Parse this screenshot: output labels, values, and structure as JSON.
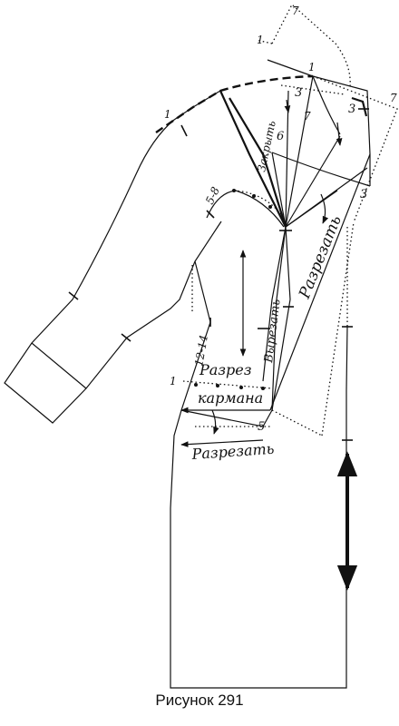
{
  "figure": {
    "caption": "Рисунок 291",
    "labels": {
      "n1_top": "1",
      "n1_shoulder": "1",
      "n1_left": "1",
      "n1_collar": "1",
      "n3_a": "3",
      "n3_b": "3",
      "n3_c": "3",
      "n6": "6",
      "n7_top": "7",
      "n7_right": "7",
      "n7_mid": "7",
      "n5": "5",
      "range_5_8": "5-8",
      "range_12_14": "12-14",
      "close": "Закрыть",
      "cut_long": "Разрезать",
      "cut_bottom": "Разрезать",
      "cut_out": "Вырезать",
      "pocket_line1": "Разрез",
      "pocket_line2": "кармана"
    }
  }
}
